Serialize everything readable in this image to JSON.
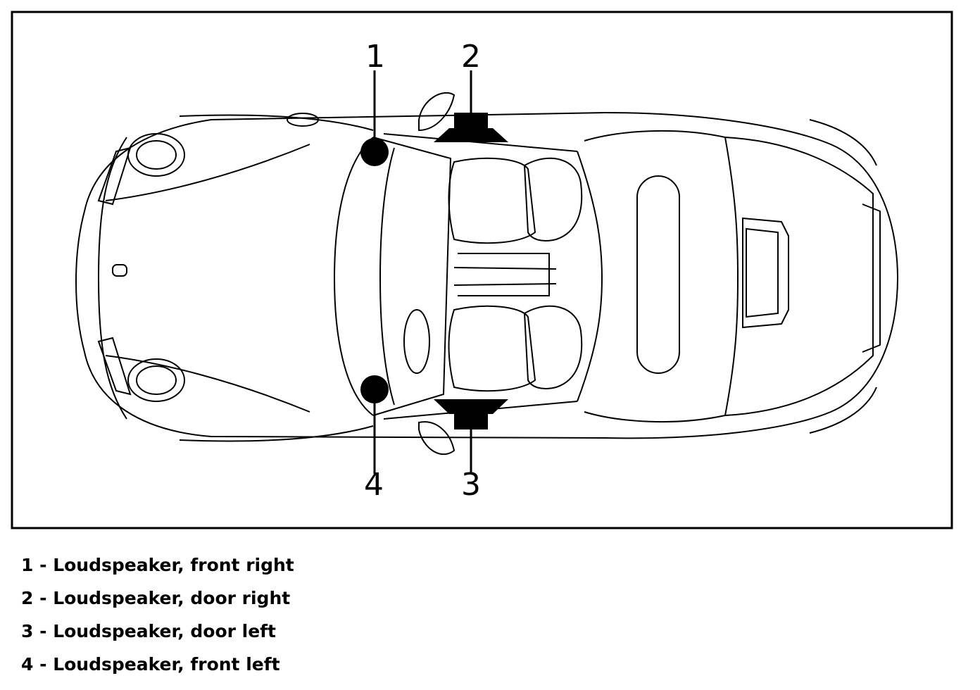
{
  "callouts": [
    {
      "number": "1",
      "label": "Loudspeaker, front right"
    },
    {
      "number": "2",
      "label": "Loudspeaker, door right"
    },
    {
      "number": "3",
      "label": "Loudspeaker, door left"
    },
    {
      "number": "4",
      "label": "Loudspeaker, front left"
    }
  ],
  "legend_separator": " - ",
  "colors": {
    "line": "#000000",
    "background": "#ffffff"
  }
}
